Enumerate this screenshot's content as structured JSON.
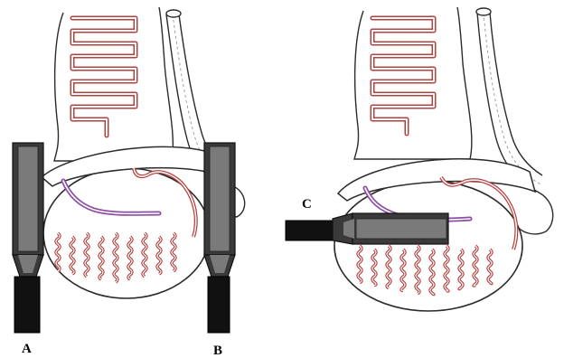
{
  "labels": {
    "a": "A",
    "b": "B",
    "c": "C"
  },
  "colors": {
    "outline": "#2b2b2b",
    "vessel": "#b5413f",
    "vessel_inner": "#ffffff",
    "purple": "#8b4ea3",
    "scope_dark": "#2e2e2e",
    "scope_mid": "#6e6e6e",
    "scope_black": "#111111",
    "background": "#ffffff"
  }
}
